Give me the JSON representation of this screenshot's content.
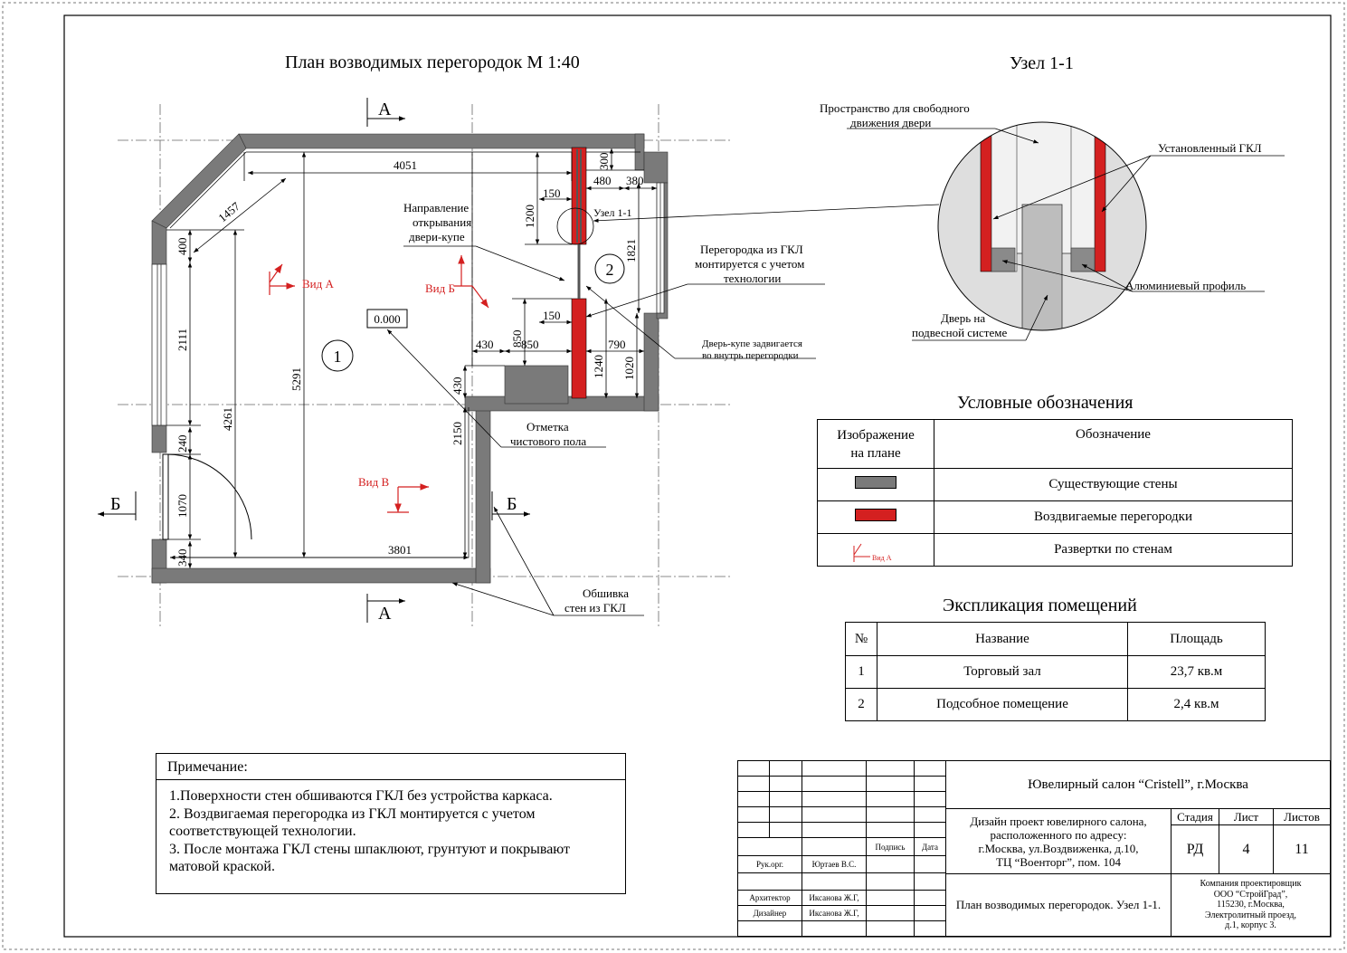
{
  "plan": {
    "title": "План возводимых перегородок М 1:40",
    "section_a": "А",
    "section_b": "Б",
    "dims": {
      "d4051": "4051",
      "d1457": "1457",
      "d400": "400",
      "d2111": "2111",
      "d4261": "4261",
      "d5291": "5291",
      "d240": "240",
      "d1070": "1070",
      "d340": "340",
      "d3801": "3801",
      "d1200": "1200",
      "d300": "300",
      "d150a": "150",
      "d480": "480",
      "d380": "380",
      "d1821": "1821",
      "d150b": "150",
      "d850a": "850",
      "d850b": "850",
      "d430a": "430",
      "d790": "790",
      "d1240": "1240",
      "d1020": "1020",
      "d430b": "430",
      "d2150": "2150"
    },
    "room1": "1",
    "room2": "2",
    "level_mark": "0.000",
    "view_a": "Вид А",
    "view_b": "Вид Б",
    "view_v": "Вид В",
    "door_dir_1": "Направление",
    "door_dir_2": "открывания",
    "door_dir_3": "двери-купе",
    "node_label": "Узел 1-1",
    "partition_1": "Перегородка из ГКЛ",
    "partition_2": "монтируется с учетом",
    "partition_3": "технологии",
    "door_slide_1": "Дверь-купе задвигается",
    "door_slide_2": "во внутрь перегородки",
    "floor_mark_1": "Отметка",
    "floor_mark_2": "чистового пола",
    "cladding_1": "Обшивка",
    "cladding_2": "стен из ГКЛ"
  },
  "node": {
    "title": "Узел 1-1",
    "space_1": "Пространство для свободного",
    "space_2": "движения двери",
    "gkl": "Установленный ГКЛ",
    "profile": "Алюминиевый профиль",
    "door_1": "Дверь на",
    "door_2": "подвесной системе"
  },
  "legend": {
    "title": "Условные обозначения",
    "col_image_1": "Изображение",
    "col_image_2": "на плане",
    "col_meaning": "Обозначение",
    "rows": [
      "Существующие стены",
      "Воздвигаемые перегородки",
      "Развертки по стенам"
    ],
    "sample_view": "Вид А"
  },
  "explication": {
    "title": "Экспликация помещений",
    "headers": [
      "№",
      "Название",
      "Площадь"
    ],
    "rows": [
      [
        "1",
        "Торговый зал",
        "23,7 кв.м"
      ],
      [
        "2",
        "Подсобное помещение",
        "2,4 кв.м"
      ]
    ]
  },
  "notes": {
    "title": "Примечание:",
    "lines": [
      "1.Поверхности стен обшиваются ГКЛ без устройства каркаса.",
      "2. Воздвигаемая перегородка из ГКЛ монтируется с учетом",
      "соответствующей технологии.",
      "3. После монтажа ГКЛ стены шпаклюют, грунтуют и покрывают",
      "матовой краской."
    ]
  },
  "stamp": {
    "project": "Ювелирный салон  “Cristell”, г.Москва",
    "desc_1": "Дизайн проект ювелирного салона,",
    "desc_2": "расположенного по адресу:",
    "desc_3": "г.Москва, ул.Воздвиженка, д.10,",
    "desc_4": "ТЦ “Военторг”, пом. 104",
    "stage_h": "Стадия",
    "sheet_h": "Лист",
    "sheets_h": "Листов",
    "stage": "РД",
    "sheet": "4",
    "sheets": "11",
    "sign_h": "Подпись",
    "date_h": "Дата",
    "role_1": "Рук.орг.",
    "name_1": "Юртаев В.С.",
    "role_2": "Архитектор",
    "name_2": "Иксанова Ж.Г,",
    "role_3": "Дизайнер",
    "name_3": "Иксанова Ж.Г,",
    "sheet_title": "План возводимых перегородок. Узел 1-1.",
    "company_1": "Компания проектировщик",
    "company_2": "ООО “СтройГрад”,",
    "company_3": "115230, г.Москва,",
    "company_4": "Электролитный проезд,",
    "company_5": "д.1, корпус 3."
  },
  "colors": {
    "wall": "#7a7a7a",
    "partition": "#d42020",
    "accent_text": "#d42020"
  }
}
